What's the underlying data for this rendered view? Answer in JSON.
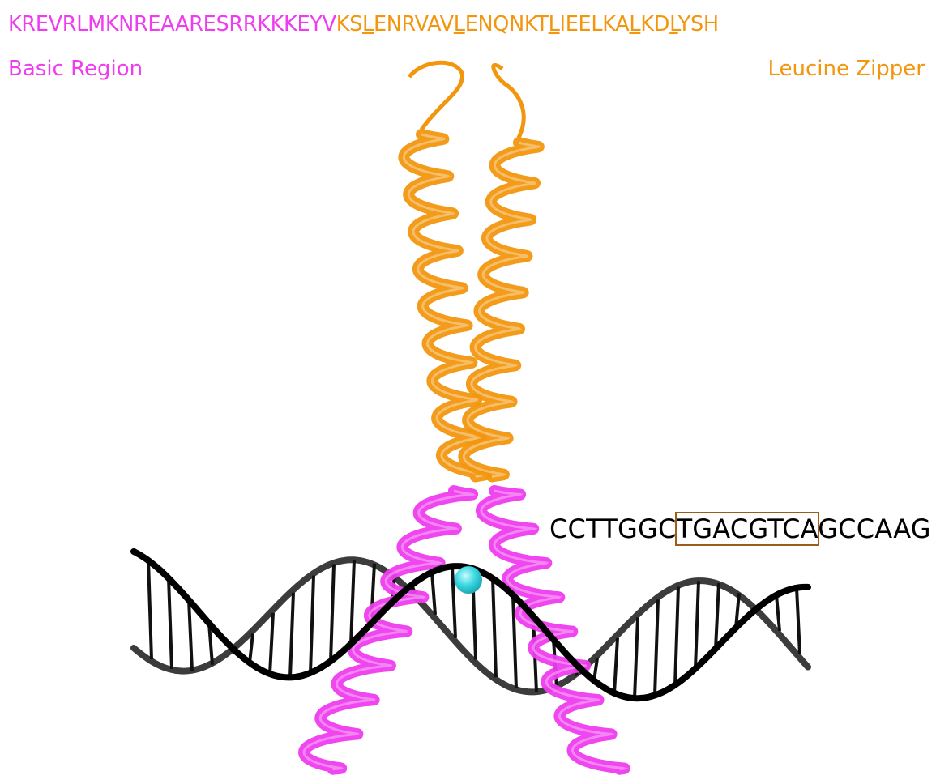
{
  "sequence": {
    "basic_part": "KREVRLMKNREAARESRRKKKEYV",
    "zipper_residues": [
      "K",
      "S",
      "L",
      "E",
      "N",
      "R",
      "V",
      "A",
      "V",
      "L",
      "E",
      "N",
      "Q",
      "N",
      "K",
      "T",
      "L",
      "I",
      "E",
      "E",
      "L",
      "K",
      "A",
      "L",
      "K",
      "D",
      "L",
      "Y",
      "S",
      "H"
    ],
    "underlined_indices": [
      2,
      9,
      16,
      23,
      26
    ]
  },
  "labels": {
    "basic_region": "Basic Region",
    "leucine_zipper": "Leucine Zipper"
  },
  "dna_sequence": {
    "prefix": "CCTTGGC",
    "boxed": "TGACGTCA",
    "suffix": "GCCAAG"
  },
  "colors": {
    "basic": "#ee3cee",
    "zipper": "#f2960e",
    "dna_front": "#000000",
    "dna_back": "#3c3c3c",
    "ion": "#3ad7e0",
    "box": "#9b5d17"
  }
}
